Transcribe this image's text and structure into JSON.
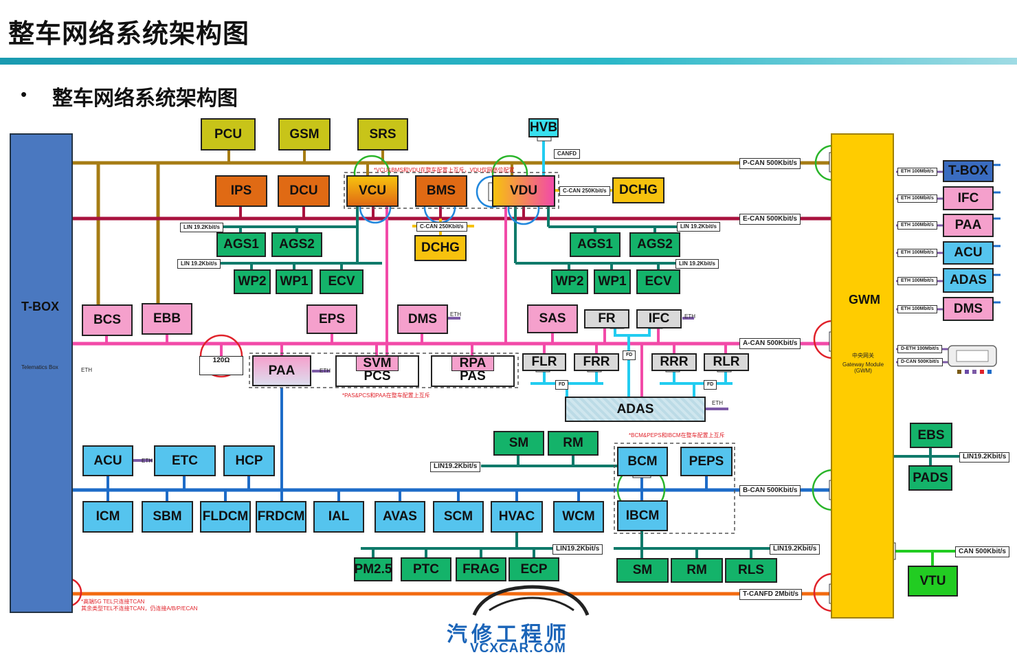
{
  "header": {
    "title": "整车网络系统架构图",
    "bullet": "•",
    "subtitle": "整车网络系统架构图"
  },
  "colors": {
    "pcan": "#a67c14",
    "ecan": "#a8123e",
    "acan": "#f24aa8",
    "bcan": "#1e6cc8",
    "tcan": "#f26a10",
    "lin": "#0e7a6a",
    "cyan": "#22ccf0",
    "green_bus": "#22cc22"
  },
  "tbox": {
    "label": "T-BOX",
    "sub": "Telematics Box",
    "eth": "ETH"
  },
  "gwm": {
    "label": "GWM",
    "cn": "中央网关",
    "sub": "Gateway Module (GWM)"
  },
  "buses": {
    "pcan": "P-CAN 500Kbit/s",
    "ecan": "E-CAN 500Kbit/s",
    "acan": "A-CAN 500Kbit/s",
    "bcan": "B-CAN 500Kbit/s",
    "tcan": "T-CANFD 2Mbit/s",
    "can_vtu": "CAN 500Kbit/s",
    "canfd": "CANFD",
    "ccan": "C-CAN 250Kbit/s"
  },
  "lin": {
    "l1": "LIN 19.2Kbit/s",
    "l2": "LIN 19.2Kbit/s",
    "l3": "LIN 19.2Kbit/s",
    "l4": "LIN 19.2Kbit/s",
    "b1": "LIN19.2Kbit/s",
    "b2": "LIN19.2Kbit/s",
    "b3": "LIN19.2Kbit/s",
    "r1": "LIN19.2Kbit/s"
  },
  "ecus": {
    "pcu": "PCU",
    "gsm": "GSM",
    "srs": "SRS",
    "hvb": "HVB",
    "ips": "IPS",
    "dcu": "DCU",
    "vcu": "VCU",
    "bms": "BMS",
    "vdu": "VDU",
    "dchg1": "DCHG",
    "dchg2": "DCHG",
    "ags1a": "AGS1",
    "ags2a": "AGS2",
    "wp2a": "WP2",
    "wp1a": "WP1",
    "ecva": "ECV",
    "ags1b": "AGS1",
    "ags2b": "AGS2",
    "wp2b": "WP2",
    "wp1b": "WP1",
    "ecvb": "ECV",
    "bcs": "BCS",
    "ebb": "EBB",
    "eps": "EPS",
    "dms": "DMS",
    "sas": "SAS",
    "fr": "FR",
    "ifc": "IFC",
    "paa": "PAA",
    "svm": "SVM",
    "pcs": "PCS",
    "rpa": "RPA",
    "pas": "PAS",
    "flr": "FLR",
    "frr": "FRR",
    "rrr": "RRR",
    "rlr": "RLR",
    "adas": "ADAS",
    "term": "120Ω",
    "sm1": "SM",
    "rm1": "RM",
    "bcm": "BCM",
    "peps": "PEPS",
    "ibcm": "IBCM",
    "acu": "ACU",
    "etc": "ETC",
    "hcp": "HCP",
    "icm": "ICM",
    "sbm": "SBM",
    "fldcm": "FLDCM",
    "frdcm": "FRDCM",
    "ial": "IAL",
    "avas": "AVAS",
    "scm": "SCM",
    "hvac": "HVAC",
    "wcm": "WCM",
    "pm25": "PM2.5",
    "ptc": "PTC",
    "frag": "FRAG",
    "ecp": "ECP",
    "sm2": "SM",
    "rm2": "RM",
    "rls": "RLS",
    "r_tbox": "T-BOX",
    "r_ifc": "IFC",
    "r_paa": "PAA",
    "r_acu": "ACU",
    "r_adas": "ADAS",
    "r_dms": "DMS",
    "ebs": "EBS",
    "pads": "PADS",
    "vtu": "VTU"
  },
  "eth_labels": {
    "e1": "ETH 100Mbit/s",
    "e2": "ETH 100Mbit/s",
    "e3": "ETH 100Mbit/s",
    "e4": "ETH 100Mbit/s",
    "e5": "ETH 100Mbit/s",
    "e6": "ETH 100Mbit/s",
    "deth": "D-ETH 100Mbit/s",
    "dcan": "D-CAN 500Kbit/s",
    "eth": "ETH",
    "fd": "FD"
  },
  "notes": {
    "vcu": "*VCU&BMS和VDU在整车配置上互斥，VDU仅网络位配置",
    "pas": "*PAS&PCS和PAA在整车配置上互斥",
    "bcm": "*BCM&PEPS和IBCM在整车配置上互斥",
    "tcan1": "*高端5G TEL只连接TCAN",
    "tcan2": "其余类型TEL不连接TCAN，仍连接A/B/P/ECAN"
  },
  "watermark": {
    "cn": "汽修工程师",
    "en": "VCXCAR.COM"
  }
}
